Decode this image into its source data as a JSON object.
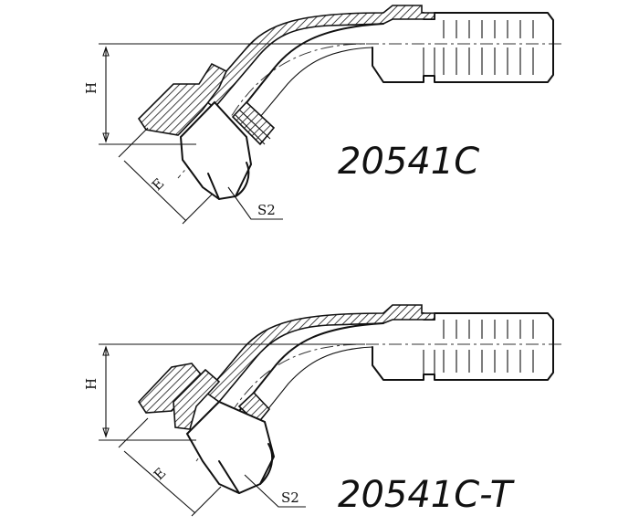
{
  "drawings": [
    {
      "part_number": "20541C",
      "dimensions": {
        "height": "H",
        "length": "E",
        "hex": "S2"
      }
    },
    {
      "part_number": "20541C-T",
      "dimensions": {
        "height": "H",
        "length": "E",
        "hex": "S2"
      }
    }
  ],
  "colors": {
    "line": "#111111",
    "background": "#ffffff"
  }
}
